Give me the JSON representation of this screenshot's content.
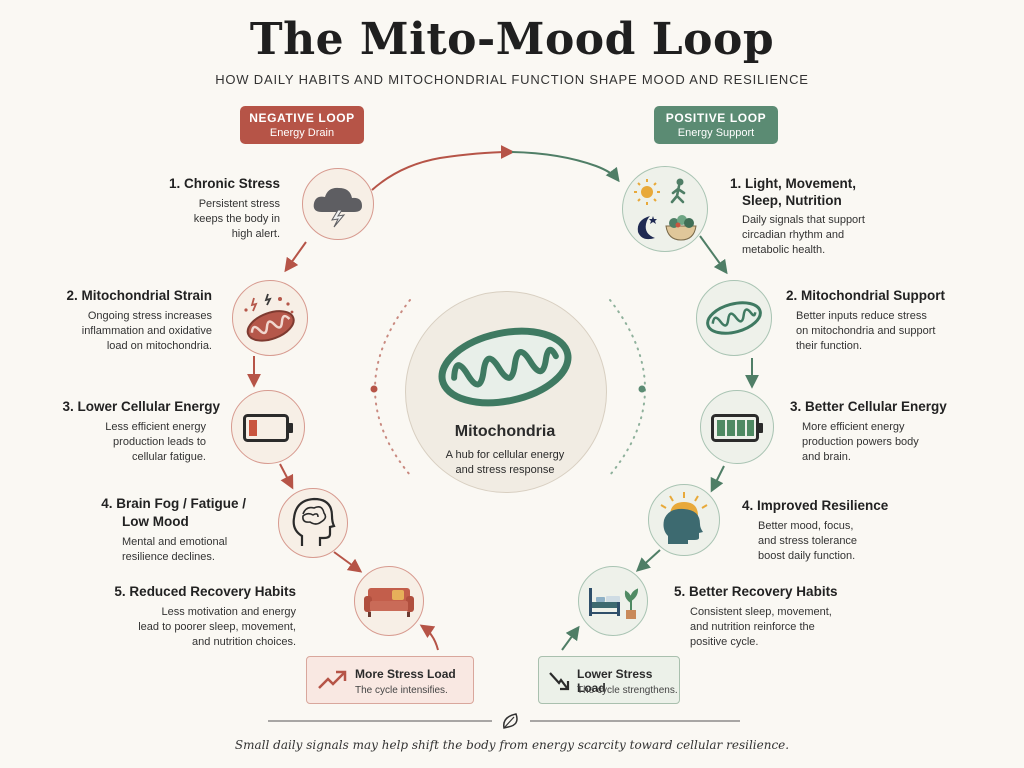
{
  "title": "The Mito-Mood Loop",
  "subtitle": "HOW DAILY HABITS AND MITOCHONDRIAL FUNCTION SHAPE MOOD AND RESILIENCE",
  "negative_loop": {
    "label": "NEGATIVE LOOP",
    "sublabel": "Energy Drain",
    "color": "#b65447",
    "steps": [
      {
        "title": "1. Chronic Stress",
        "desc": [
          "Persistent stress",
          "keeps the body in",
          "high alert."
        ],
        "icon": "storm-cloud-icon"
      },
      {
        "title": "2. Mitochondrial Strain",
        "desc": [
          "Ongoing stress increases",
          "inflammation and oxidative",
          "load on mitochondria."
        ],
        "icon": "strained-mitochondrion-icon"
      },
      {
        "title": "3. Lower Cellular Energy",
        "desc": [
          "Less efficient energy",
          "production leads to",
          "cellular fatigue."
        ],
        "icon": "low-battery-icon"
      },
      {
        "title": "4. Brain Fog / Fatigue /",
        "title2": "Low Mood",
        "desc": [
          "Mental and emotional",
          "resilience declines."
        ],
        "icon": "foggy-head-icon"
      },
      {
        "title": "5. Reduced Recovery Habits",
        "desc": [
          "Less motivation and energy",
          "lead to poorer sleep, movement,",
          "and nutrition choices."
        ],
        "icon": "couch-icon"
      }
    ],
    "callout": {
      "title": "More Stress Load",
      "desc": "The cycle intensifies."
    }
  },
  "positive_loop": {
    "label": "POSITIVE LOOP",
    "sublabel": "Energy Support",
    "color": "#5b8b73",
    "steps": [
      {
        "title": "1. Light, Movement,",
        "title2": "Sleep, Nutrition",
        "desc": [
          "Daily signals that support",
          "circadian rhythm and",
          "metabolic health."
        ],
        "icon": "daily-signals-icon"
      },
      {
        "title": "2. Mitochondrial Support",
        "desc": [
          "Better inputs reduce stress",
          "on mitochondria and support",
          "their function."
        ],
        "icon": "healthy-mitochondrion-icon"
      },
      {
        "title": "3. Better Cellular Energy",
        "desc": [
          "More efficient energy",
          "production powers body",
          "and brain."
        ],
        "icon": "full-battery-icon"
      },
      {
        "title": "4. Improved Resilience",
        "desc": [
          "Better mood, focus,",
          "and stress tolerance",
          "boost daily function."
        ],
        "icon": "sunrise-head-icon"
      },
      {
        "title": "5. Better Recovery Habits",
        "desc": [
          "Consistent sleep, movement,",
          "and nutrition reinforce the",
          "positive cycle."
        ],
        "icon": "bed-and-plant-icon"
      }
    ],
    "callout": {
      "title": "Lower Stress Load",
      "desc": "The cycle strengthens."
    }
  },
  "hub": {
    "title": "Mitochondria",
    "desc": [
      "A hub for cellular energy",
      "and stress response"
    ],
    "icon": "mitochondrion-icon"
  },
  "footer": "Small daily signals may help shift the body from energy scarcity toward cellular resilience.",
  "footer_icon": "leaf-icon"
}
